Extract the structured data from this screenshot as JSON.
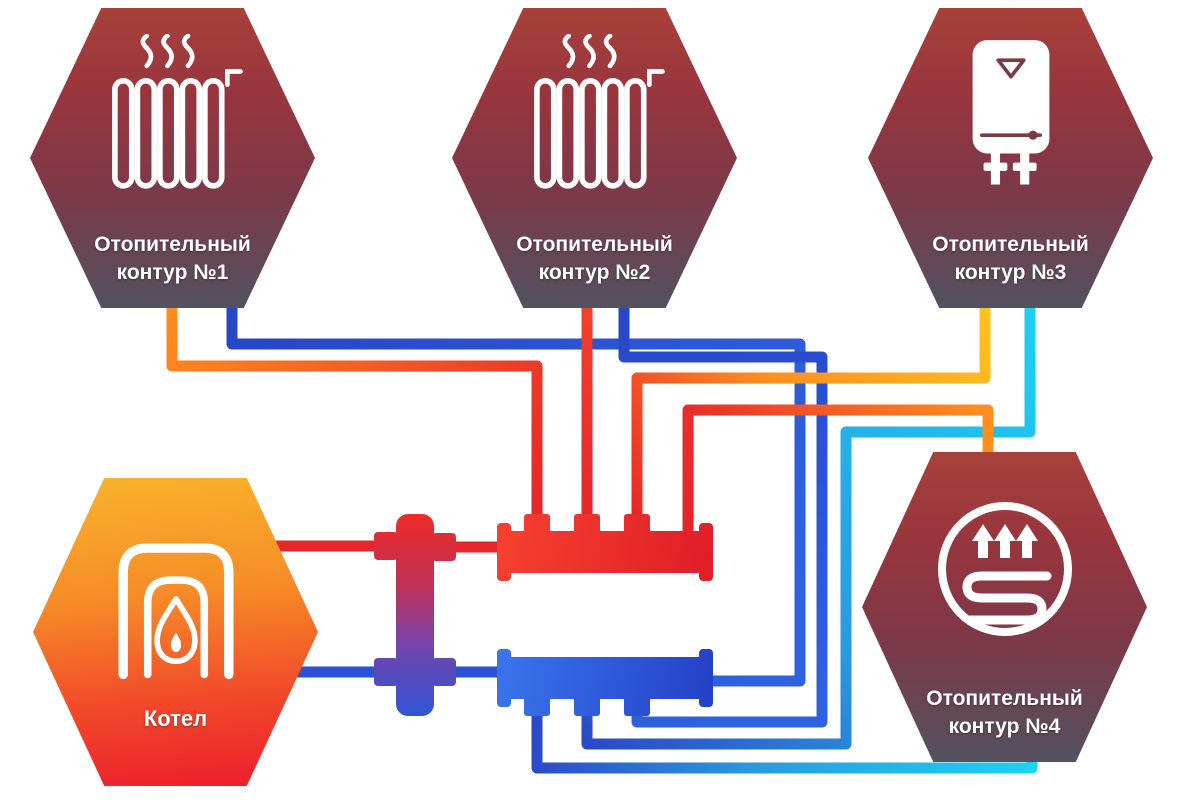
{
  "diagram": {
    "type": "heating-system-schematic",
    "nodes": {
      "circuit1": {
        "line1": "Отопительный",
        "line2": "контур  №1",
        "icon": "radiator"
      },
      "circuit2": {
        "line1": "Отопительный",
        "line2": "контур  №2",
        "icon": "radiator"
      },
      "circuit3": {
        "line1": "Отопительный",
        "line2": "контур  №3",
        "icon": "water-heater"
      },
      "circuit4": {
        "line1": "Отопительный",
        "line2": "контур  №4",
        "icon": "underfloor-heating"
      },
      "boiler": {
        "label": "Котел",
        "icon": "boiler-flame"
      }
    },
    "components": {
      "separator": "hydraulic-separator",
      "supply_manifold": "red-supply-collector",
      "return_manifold": "blue-return-collector"
    },
    "connections": [
      {
        "from": "boiler",
        "to": "separator",
        "type": "supply"
      },
      {
        "from": "separator",
        "to": "boiler",
        "type": "return"
      },
      {
        "from": "separator",
        "to": "supply_manifold",
        "type": "supply"
      },
      {
        "from": "return_manifold",
        "to": "separator",
        "type": "return"
      },
      {
        "from": "supply_manifold",
        "to": "circuit1",
        "type": "supply"
      },
      {
        "from": "supply_manifold",
        "to": "circuit2",
        "type": "supply"
      },
      {
        "from": "supply_manifold",
        "to": "circuit3",
        "type": "supply"
      },
      {
        "from": "supply_manifold",
        "to": "circuit4",
        "type": "supply"
      },
      {
        "from": "circuit1",
        "to": "return_manifold",
        "type": "return"
      },
      {
        "from": "circuit2",
        "to": "return_manifold",
        "type": "return"
      },
      {
        "from": "circuit3",
        "to": "return_manifold",
        "type": "return"
      },
      {
        "from": "circuit4",
        "to": "return_manifold",
        "type": "return"
      }
    ],
    "colors": {
      "supply_red": "#e8232a",
      "supply_orange": "#ff8d1f",
      "supply_yellow": "#ffc41f",
      "return_blue": "#2b49c9",
      "return_cyan": "#1bd2f2",
      "node_top": "#a7413a",
      "node_bottom": "#535260",
      "boiler_top": "#f8b42c",
      "boiler_bottom": "#ec1d2e"
    }
  }
}
